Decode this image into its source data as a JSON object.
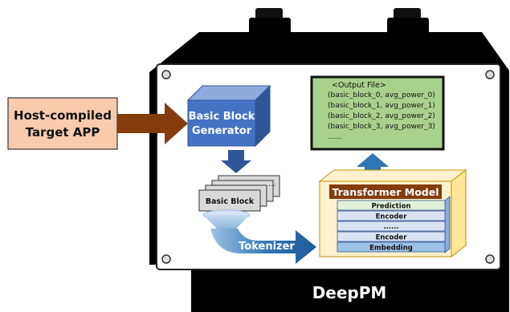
{
  "input": {
    "label_line1": "Host-compiled",
    "label_line2": "Target APP"
  },
  "generator": {
    "label_line1": "Basic Block",
    "label_line2": "Generator"
  },
  "basic_block": {
    "label": "Basic Block"
  },
  "tokenizer": {
    "label": "Tokenizer"
  },
  "output_file": {
    "header": "<Output File>",
    "lines": [
      "(basic_block_0,  avg_power_0)",
      "(basic_block_1,  avg_power_1)",
      "(basic_block_2,  avg_power_2)",
      "(basic_block_3,  avg_power_3)",
      "......"
    ]
  },
  "transformer": {
    "title": "Transformer Model",
    "layers": [
      "Prediction",
      "Encoder",
      "......",
      "Encoder",
      "Embedding"
    ]
  },
  "device": {
    "name": "DeepPM"
  },
  "colors": {
    "input_fill": "#f8cbad",
    "input_arrow": "#843c0c",
    "generator_front": "#4472c4",
    "generator_dark": "#2f5597",
    "output_fill": "#a9d18e",
    "transformer_title": "#843c0c",
    "transformer_box": "#fff2cc",
    "encoder_layer": "#dae3f3",
    "prediction_layer": "#e2f0d9",
    "embedding_layer": "#9dc3e6",
    "device_body": "#000000"
  }
}
